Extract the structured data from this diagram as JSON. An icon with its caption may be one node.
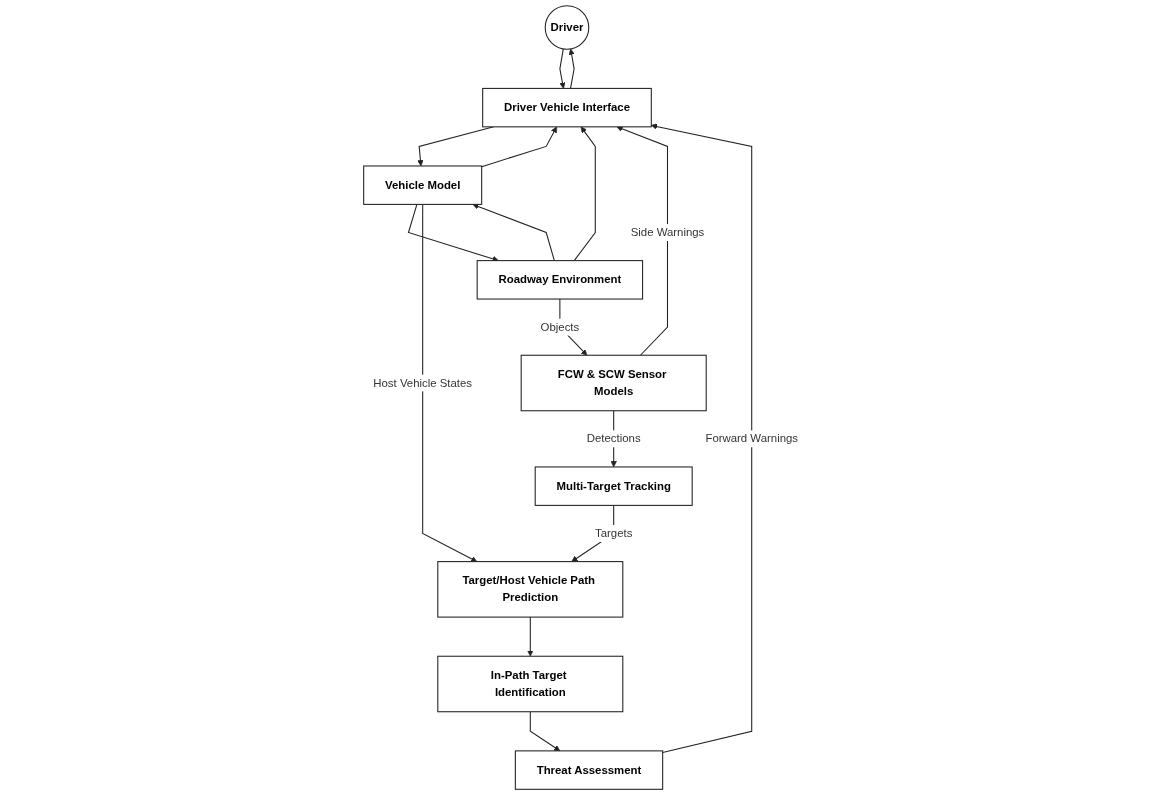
{
  "diagram": {
    "nodes": [
      {
        "text": [
          "Driver"
        ]
      },
      {
        "text": [
          "Driver Vehicle Interface"
        ]
      },
      {
        "text": [
          "Vehicle Model"
        ]
      },
      {
        "text": [
          "Roadway Environment"
        ]
      },
      {
        "text": [
          "FCW & SCW Sensor Models"
        ]
      },
      {
        "text": [
          "Multi-Target Tracking"
        ]
      },
      {
        "text": [
          "Threat Assessment"
        ]
      },
      {
        "text": [
          "In-Path Target Identification"
        ]
      },
      {
        "text": [
          "Target/Host Vehicle Path Prediction"
        ]
      }
    ],
    "edges": [
      {
        "from": 0,
        "to": 1,
        "arrow": "to"
      },
      {
        "from": 1,
        "to": 0,
        "arrow": "to"
      },
      {
        "from": 1,
        "to": 2,
        "arrow": "to"
      },
      {
        "from": 2,
        "to": 1,
        "arrow": "to"
      },
      {
        "from": 3,
        "to": 1,
        "arrow": "to"
      },
      {
        "from": 3,
        "to": 2,
        "arrow": "to"
      },
      {
        "from": 2,
        "to": 3,
        "arrow": "to"
      },
      {
        "from": 3,
        "to": 4,
        "arrow": "to",
        "label": "Objects"
      },
      {
        "from": 4,
        "to": 1,
        "arrow": "to",
        "label": "Side Warnings"
      },
      {
        "from": 4,
        "to": 5,
        "arrow": "to",
        "label": "Detections"
      },
      {
        "from": 5,
        "to": 8,
        "arrow": "to",
        "label": "Targets"
      },
      {
        "from": 2,
        "to": 8,
        "arrow": "to",
        "label": "Host Vehicle States"
      },
      {
        "from": 8,
        "to": 7,
        "arrow": "to"
      },
      {
        "from": 7,
        "to": 6,
        "arrow": "to"
      },
      {
        "from": 6,
        "to": 1,
        "arrow": "to",
        "label": "Forward Warnings"
      }
    ]
  }
}
